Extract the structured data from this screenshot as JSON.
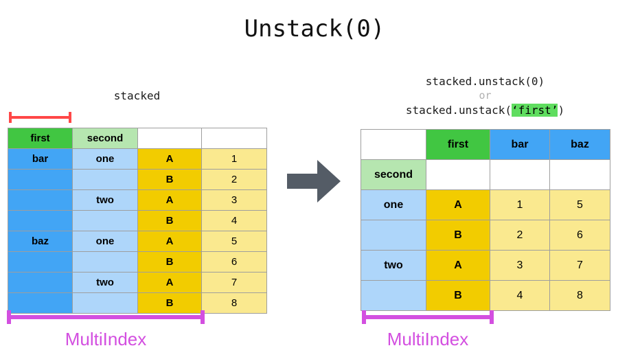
{
  "title": "Unstack(0)",
  "left": {
    "caption": "stacked",
    "red_bracket_name": "first-level-bracket",
    "header": [
      "first",
      "second",
      "",
      ""
    ],
    "rows": [
      [
        "bar",
        "one",
        "A",
        "1"
      ],
      [
        "",
        "",
        "B",
        "2"
      ],
      [
        "",
        "two",
        "A",
        "3"
      ],
      [
        "",
        "",
        "B",
        "4"
      ],
      [
        "baz",
        "one",
        "A",
        "5"
      ],
      [
        "",
        "",
        "B",
        "6"
      ],
      [
        "",
        "two",
        "A",
        "7"
      ],
      [
        "",
        "",
        "B",
        "8"
      ]
    ],
    "multiindex_label": "MultiIndex"
  },
  "right": {
    "caption_line1": "stacked.unstack(0)",
    "caption_or": "or",
    "caption_line3_prefix": "stacked.unstack(",
    "caption_line3_arg": "‘first’",
    "caption_line3_suffix": ")",
    "header_row1": [
      "",
      "first",
      "bar",
      "baz"
    ],
    "header_row2": [
      "second",
      "",
      "",
      ""
    ],
    "rows": [
      [
        "one",
        "A",
        "1",
        "5"
      ],
      [
        "",
        "B",
        "2",
        "6"
      ],
      [
        "two",
        "A",
        "3",
        "7"
      ],
      [
        "",
        "B",
        "4",
        "8"
      ]
    ],
    "multiindex_label": "MultiIndex"
  },
  "colors": {
    "green": "#41c642",
    "light_green": "#b6e6b0",
    "blue": "#42a5f5",
    "light_blue": "#aed6fa",
    "gold": "#f2cc00",
    "light_yellow": "#fae98f",
    "magenta": "#d34fe0",
    "red": "#ff4747",
    "arrow_gray": "#545c66",
    "highlight_green": "#5fdd5f"
  },
  "arrow_icon": "right-arrow-icon"
}
